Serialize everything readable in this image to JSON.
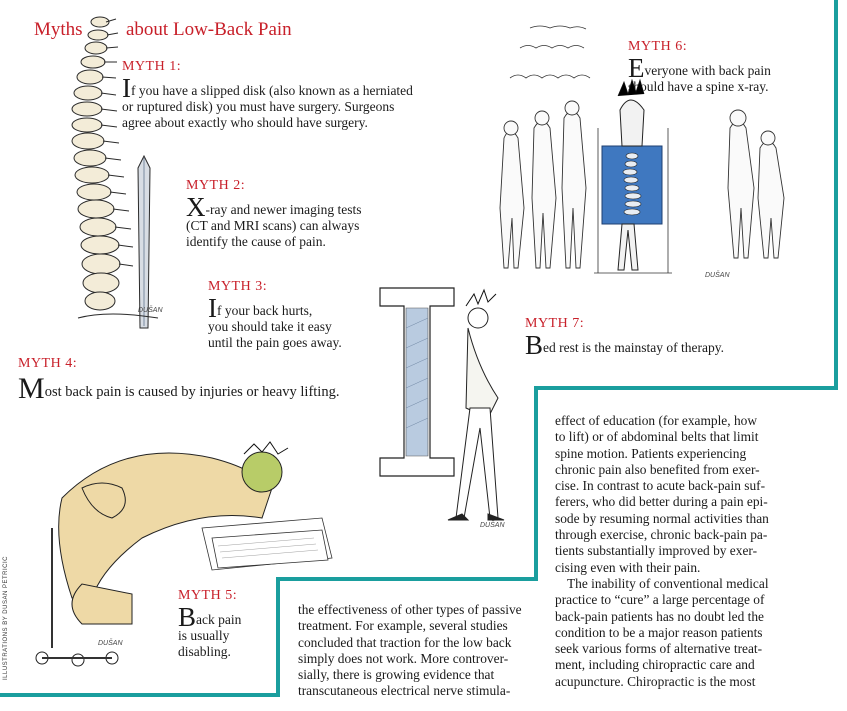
{
  "title": {
    "left": "Myths",
    "right": "about Low-Back Pain"
  },
  "myths": {
    "m1": {
      "head": "MYTH 1:",
      "cap": "I",
      "line1": "f you have a slipped disk (also known as a herniated",
      "line2": "or ruptured disk) you must have surgery. Surgeons",
      "line3": "agree about exactly who should have surgery."
    },
    "m2": {
      "head": "MYTH 2:",
      "cap": "X",
      "line1": "-ray and newer imaging tests",
      "line2": "(CT and MRI scans) can always",
      "line3": "identify the cause of pain."
    },
    "m3": {
      "head": "MYTH 3:",
      "cap": "I",
      "line1": "f your back hurts,",
      "line2": "you should take it easy",
      "line3": "until the pain goes away."
    },
    "m4": {
      "head": "MYTH 4:",
      "cap": "M",
      "line1": "ost back pain is caused by injuries or heavy lifting."
    },
    "m5": {
      "head": "MYTH 5:",
      "cap": "B",
      "line1": "ack pain",
      "line2": "is usually",
      "line3": "disabling."
    },
    "m6": {
      "head": "MYTH 6:",
      "cap": "E",
      "line1": "veryone with back pain",
      "line2": "should have a spine x-ray."
    },
    "m7": {
      "head": "MYTH 7:",
      "cap": "B",
      "line1": "ed rest is the mainstay of therapy."
    }
  },
  "column_mid": [
    "the effectiveness of other types of passive",
    "treatment. For example, several studies",
    "concluded that traction for the low back",
    "simply does not work. More controver-",
    "sially, there is growing evidence that",
    "transcutaneous electrical nerve stimula-"
  ],
  "column_right": [
    "effect of education (for example, how",
    "to lift) or of abdominal belts that limit",
    "spine motion. Patients experiencing",
    "chronic pain also benefited from exer-",
    "cise. In contrast to acute back-pain suf-",
    "ferers, who did better during a pain epi-",
    "sode by resuming normal activities than",
    "through exercise, chronic back-pain pa-",
    "tients substantially improved by exer-",
    "cising even with their pain.",
    "The inability of conventional medical",
    "practice to “cure” a large percentage of",
    "back-pain patients has no doubt led the",
    "condition to be a major reason patients",
    "seek various forms of alternative treat-",
    "ment, including chiropractic care and",
    "acupuncture. Chiropractic is the most"
  ],
  "credit": "ILLUSTRATIONS BY DUSAN PETRICIC",
  "signatures": {
    "s1": "DUŠAN",
    "s2": "DUŠAN",
    "s3": "DUŠAN",
    "s4": "DUŠAN"
  },
  "colors": {
    "accent": "#c8202a",
    "frame": "#1a9e9e",
    "text": "#1a1a1a"
  }
}
